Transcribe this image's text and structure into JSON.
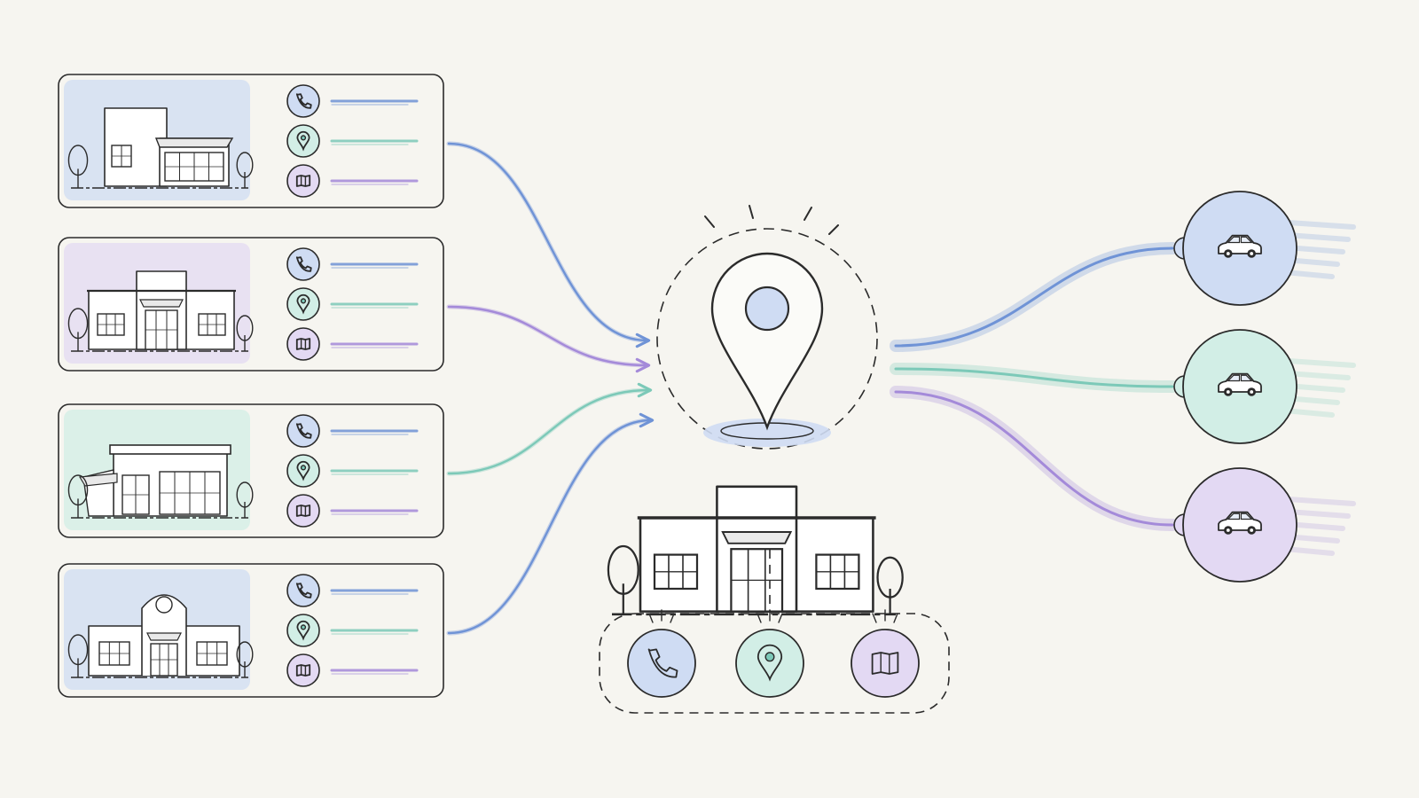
{
  "colors": {
    "paper": "#f6f5f0",
    "ink": "#2b2b2b",
    "blue": "#6f93d6",
    "purple": "#a48ad9",
    "teal": "#7cc9b8",
    "wash_blue": "#cfdcf3",
    "wash_purple": "#e3d9f3",
    "wash_teal": "#d2eee6"
  },
  "listings": [
    {
      "style": "modern",
      "wash": "blue",
      "arrow": "blue"
    },
    {
      "style": "classic",
      "wash": "purple",
      "arrow": "purple"
    },
    {
      "style": "storefront",
      "wash": "teal",
      "arrow": "teal"
    },
    {
      "style": "arched",
      "wash": "blue",
      "arrow": "blue"
    }
  ],
  "row_icons": [
    "phone-icon",
    "location-pin-icon",
    "map-icon"
  ],
  "hub": {
    "icon": "location-pin-icon",
    "building": "storefront"
  },
  "hub_icons": [
    {
      "icon": "phone-icon",
      "tint": "blue"
    },
    {
      "icon": "location-pin-icon",
      "tint": "teal"
    },
    {
      "icon": "map-icon",
      "tint": "purple"
    }
  ],
  "destinations": [
    {
      "icon": "car-icon",
      "tint": "blue"
    },
    {
      "icon": "car-icon",
      "tint": "teal"
    },
    {
      "icon": "car-icon",
      "tint": "purple"
    }
  ]
}
